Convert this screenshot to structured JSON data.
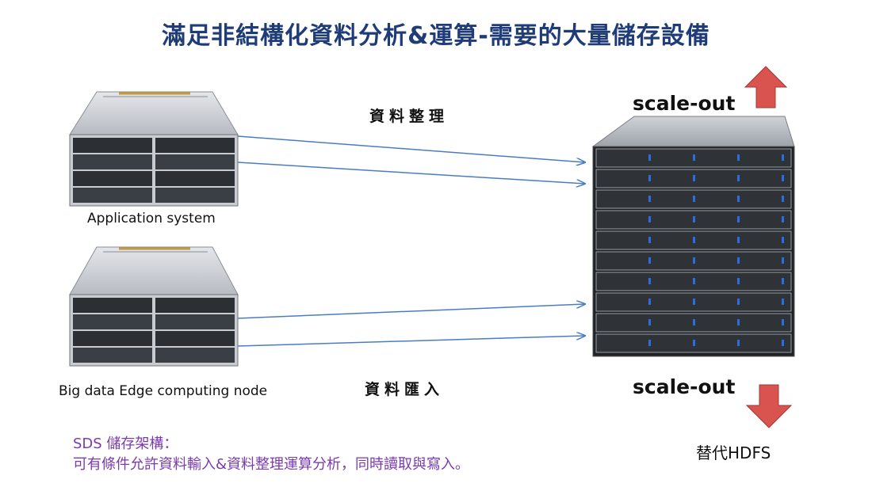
{
  "title": "滿足非結構化資料分析&運算-需要的大量儲存設備",
  "labels": {
    "application_system": "Application system",
    "edge_node": "Big data Edge computing node",
    "data_organize": "資料整理",
    "data_import": "資料匯入",
    "scale_out_top": "scale-out",
    "scale_out_bottom": "scale-out",
    "replace_hdfs": "替代HDFS"
  },
  "sds": {
    "line1": "SDS 儲存架構：",
    "line2": "可有條件允許資料輸入&資料整理運算分析，同時讀取與寫入。"
  },
  "colors": {
    "title": "#1f3c78",
    "arrow_red": "#d9534f",
    "connector_blue": "#4a7cc4",
    "sds_text": "#7a3ab0"
  },
  "icons": {
    "server_cluster": "server-cluster-icon",
    "storage_rack": "storage-rack-icon",
    "up_arrow": "up-arrow-icon",
    "down_arrow": "down-arrow-icon"
  }
}
